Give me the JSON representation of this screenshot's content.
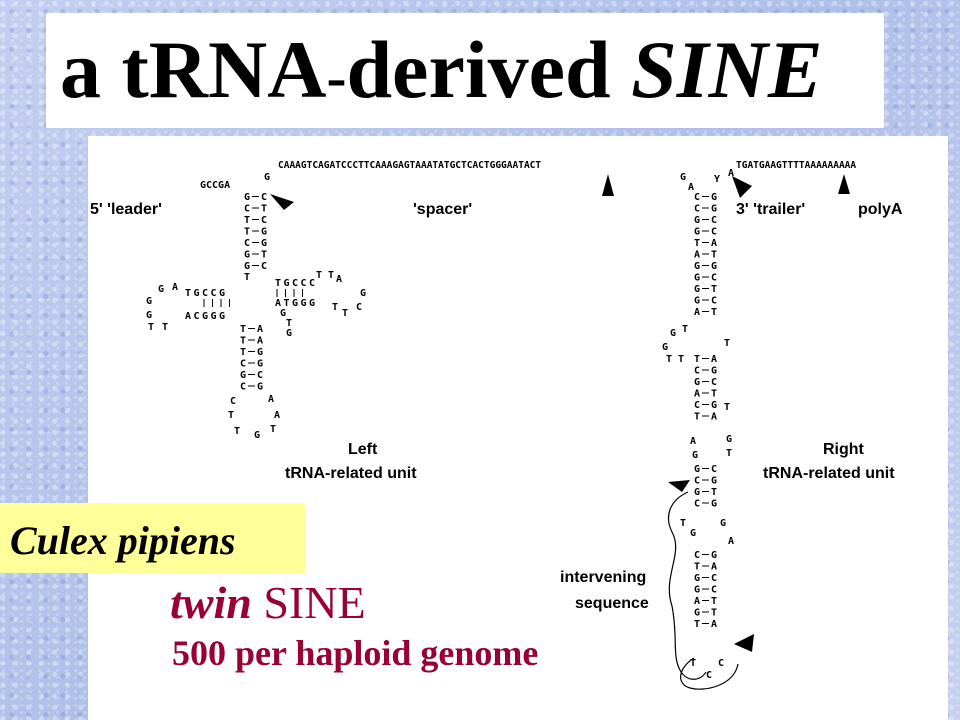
{
  "title": {
    "prefix": "a tRNA",
    "dash": "-",
    "middle": "derived ",
    "italic": "SINE"
  },
  "diagram": {
    "labels": {
      "leader": "5' 'leader'",
      "spacer": "'spacer'",
      "trailer": "3' 'trailer'",
      "polya": "polyA",
      "left_unit_1": "Left",
      "left_unit_2": "tRNA-related unit",
      "right_unit_1": "Right",
      "right_unit_2": "tRNA-related unit",
      "intervening_1": "intervening",
      "intervening_2": "sequence"
    },
    "sequences": {
      "top": "CAAAGTCAGATCCCTTCAAAGAGTAAATATGCTCACTGGGAATACT",
      "trailer": "TGATGAAGTTTTAAAAAAAAA",
      "leader": "GCCGA",
      "left_acceptor": [
        [
          "G",
          "C"
        ],
        [
          "C",
          "T"
        ],
        [
          "T",
          "C"
        ],
        [
          "T",
          "G"
        ],
        [
          "C",
          "G"
        ],
        [
          "G",
          "T"
        ],
        [
          "G",
          "C"
        ]
      ],
      "left_acceptor_extra": "T",
      "left_dloop_stem_top": "TGCCG",
      "left_dloop_stem_bottom": "ACGGG",
      "left_dloop_loop": "AGGGTT",
      "left_tloop_stem_top": "TGCCC",
      "left_tloop_stem_bottom": "ATGGG",
      "left_tloop_loop": "TTAGCTT",
      "left_tloop_extra": "GTG",
      "left_anticodon_stem": [
        [
          "T",
          "A"
        ],
        [
          "T",
          "A"
        ],
        [
          "T",
          "G"
        ],
        [
          "C",
          "G"
        ],
        [
          "G",
          "C"
        ],
        [
          "C",
          "G"
        ]
      ],
      "left_anticodon_loop": "CTTGTAA",
      "right_stem": [
        [
          "C",
          "G"
        ],
        [
          "C",
          "G"
        ],
        [
          "G",
          "C"
        ],
        [
          "G",
          "C"
        ],
        [
          "T",
          "A"
        ],
        [
          "A",
          "T"
        ],
        [
          "G",
          "G"
        ],
        [
          "G",
          "C"
        ],
        [
          "G",
          "T"
        ],
        [
          "G",
          "C"
        ],
        [
          "A",
          "T"
        ]
      ],
      "right_bulge": "GTGTT",
      "right_stem_2": [
        [
          "T",
          "A"
        ],
        [
          "C",
          "G"
        ],
        [
          "G",
          "C"
        ],
        [
          "A",
          "T"
        ],
        [
          "C",
          "G"
        ],
        [
          "T",
          "A"
        ]
      ],
      "right_stem_2_extra": "T",
      "right_stem_3": [
        [
          "G",
          "C"
        ],
        [
          "C",
          "G"
        ],
        [
          "G",
          "T"
        ],
        [
          "C",
          "G"
        ]
      ],
      "right_stem_4": [
        [
          "C",
          "G"
        ],
        [
          "T",
          "A"
        ],
        [
          "G",
          "C"
        ],
        [
          "G",
          "C"
        ],
        [
          "A",
          "T"
        ],
        [
          "G",
          "T"
        ],
        [
          "T",
          "A"
        ]
      ],
      "right_loop": "TCC",
      "apex_left": "GA",
      "apex_right": "YA",
      "mid_pair": "AG",
      "mid_pair_2": "GT",
      "misc_loop": "TGGA"
    }
  },
  "species": "Culex pipiens",
  "sine": {
    "twin": "twin",
    "rest": " SINE"
  },
  "copy_number": "500 per haploid genome",
  "colors": {
    "accent": "#990033",
    "species_bg": "#ffff99",
    "background": "#b9c7ea"
  }
}
